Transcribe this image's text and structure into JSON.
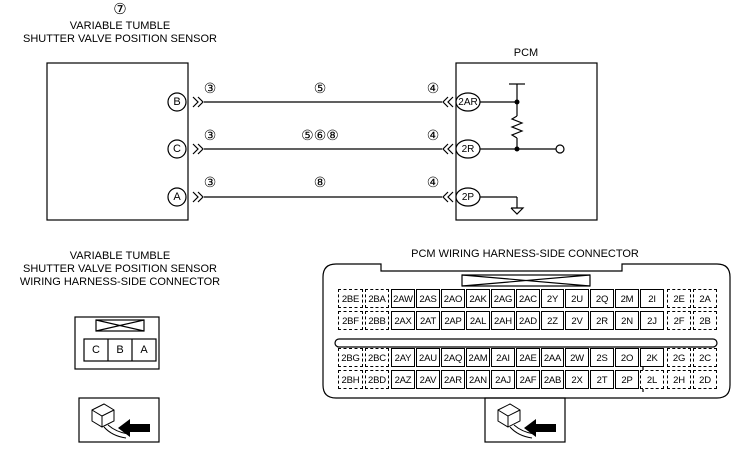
{
  "sensor": {
    "ref_num": "⑦",
    "title_line1": "VARIABLE TUMBLE",
    "title_line2": "SHUTTER VALVE POSITION SENSOR",
    "pins": [
      "B",
      "C",
      "A"
    ]
  },
  "pcm": {
    "title": "PCM",
    "pins": [
      "2AR",
      "2R",
      "2P"
    ]
  },
  "wires": [
    {
      "left_note": "③",
      "mid_note": "⑤",
      "right_note": "④"
    },
    {
      "left_note": "③",
      "mid_note": "⑤⑥⑧",
      "right_note": "④"
    },
    {
      "left_note": "③",
      "mid_note": "⑧",
      "right_note": "④"
    }
  ],
  "sensor_connector": {
    "title_line1": "VARIABLE TUMBLE",
    "title_line2": "SHUTTER VALVE POSITION SENSOR",
    "title_line3": "WIRING HARNESS-SIDE CONNECTOR",
    "pins": [
      "C",
      "B",
      "A"
    ]
  },
  "pcm_connector": {
    "title": "PCM WIRING HARNESS-SIDE CONNECTOR",
    "rows": [
      [
        "2BE",
        "2BA",
        "2AW",
        "2AS",
        "2AO",
        "2AK",
        "2AG",
        "2AC",
        "2Y",
        "2U",
        "2Q",
        "2M",
        "2I",
        "2E",
        "2A"
      ],
      [
        "2BF",
        "2BB",
        "2AX",
        "2AT",
        "2AP",
        "2AL",
        "2AH",
        "2AD",
        "2Z",
        "2V",
        "2R",
        "2N",
        "2J",
        "2F",
        "2B"
      ],
      [
        "2BG",
        "2BC",
        "2AY",
        "2AU",
        "2AQ",
        "2AM",
        "2AI",
        "2AE",
        "2AA",
        "2W",
        "2S",
        "2O",
        "2K",
        "2G",
        "2C"
      ],
      [
        "2BH",
        "2BD",
        "2AZ",
        "2AV",
        "2AR",
        "2AN",
        "2AJ",
        "2AF",
        "2AB",
        "2X",
        "2T",
        "2P",
        "2L",
        "2H",
        "2D"
      ]
    ]
  }
}
